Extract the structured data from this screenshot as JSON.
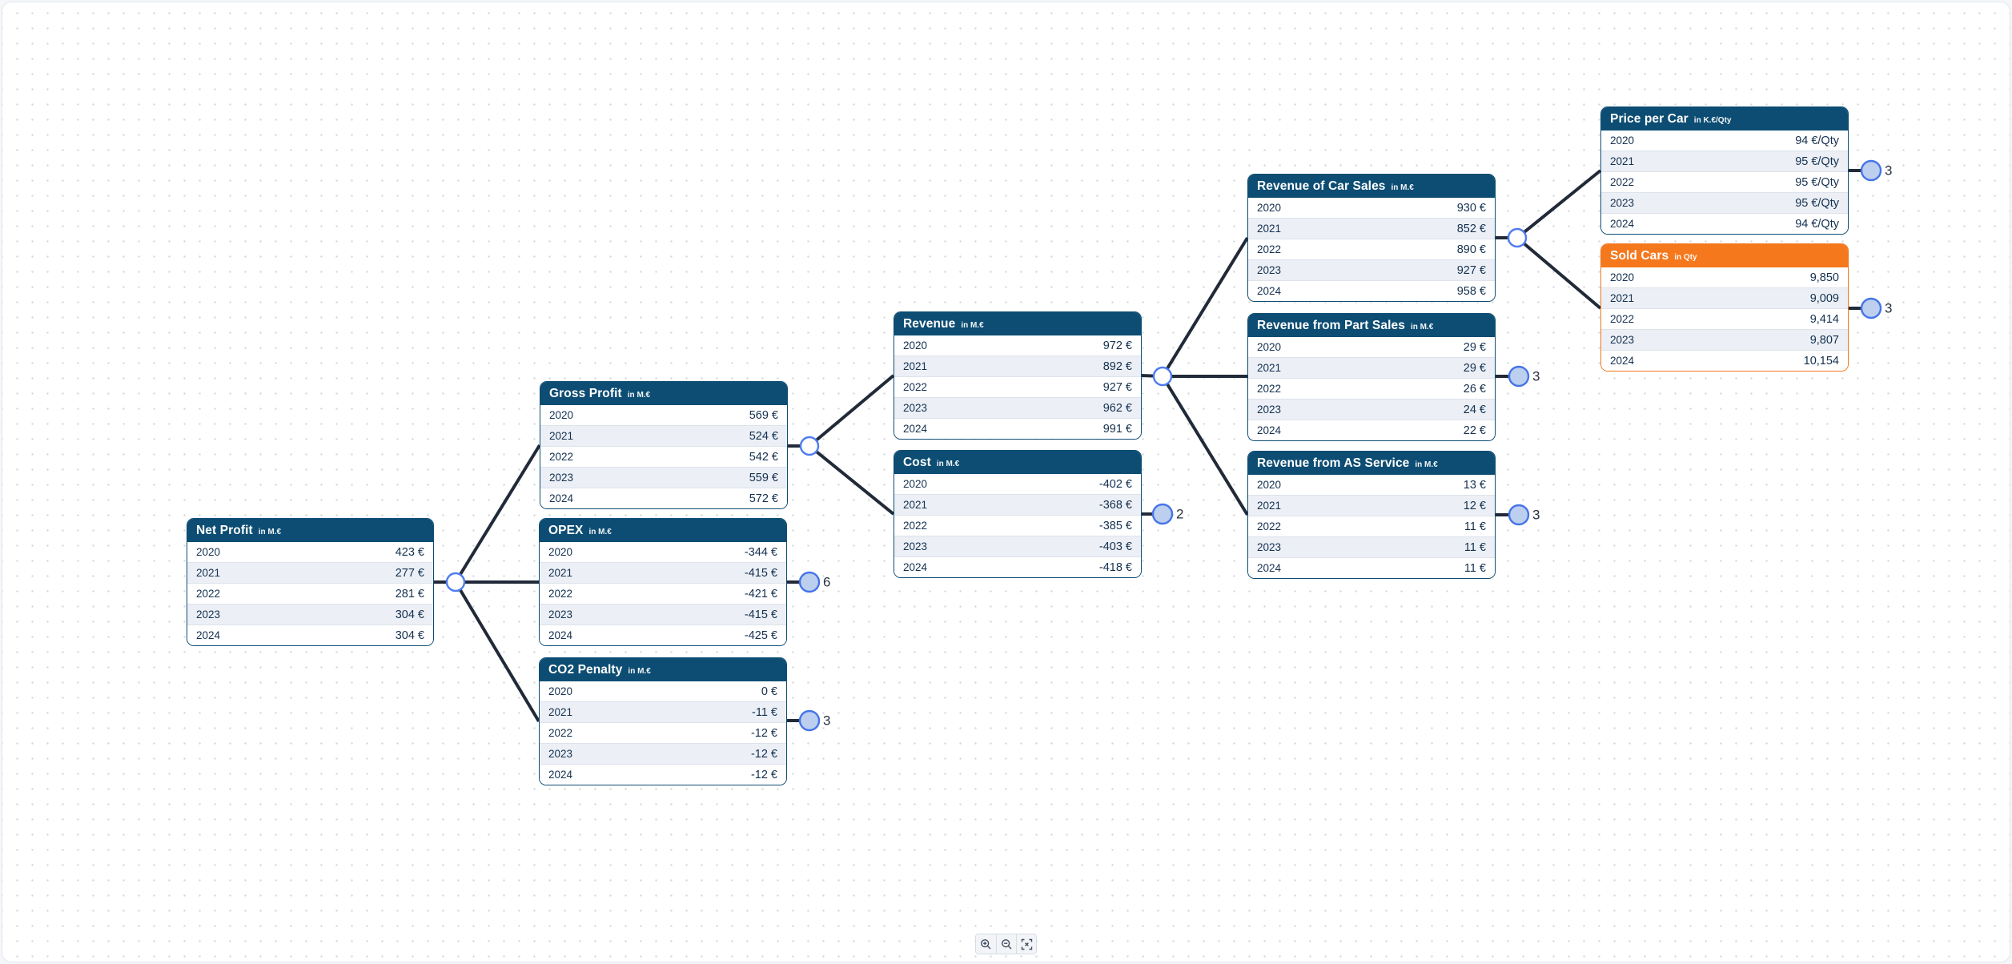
{
  "app": {
    "name": "value-driver-tree-canvas"
  },
  "colors": {
    "header_blue": "#0d4d73",
    "header_orange": "#f5781c",
    "row_alt": "#ecf0f6",
    "row_text": "#14304f",
    "edge_line": "#212a38",
    "junction_border": "#4e7bf0",
    "collapsed_fill": "#bdcfef",
    "collapsed_border": "#4574e8"
  },
  "nodes": [
    {
      "id": "net-profit",
      "title": "Net Profit",
      "unit": "in M.€",
      "theme": "blue",
      "rows": [
        {
          "year": "2020",
          "value": "423 €"
        },
        {
          "year": "2021",
          "value": "277 €"
        },
        {
          "year": "2022",
          "value": "281 €"
        },
        {
          "year": "2023",
          "value": "304 €"
        },
        {
          "year": "2024",
          "value": "304 €"
        }
      ]
    },
    {
      "id": "gross-profit",
      "title": "Gross Profit",
      "unit": "in M.€",
      "theme": "blue",
      "rows": [
        {
          "year": "2020",
          "value": "569 €"
        },
        {
          "year": "2021",
          "value": "524 €"
        },
        {
          "year": "2022",
          "value": "542 €"
        },
        {
          "year": "2023",
          "value": "559 €"
        },
        {
          "year": "2024",
          "value": "572 €"
        }
      ]
    },
    {
      "id": "opex",
      "title": "OPEX",
      "unit": "in M.€",
      "theme": "blue",
      "rows": [
        {
          "year": "2020",
          "value": "-344 €"
        },
        {
          "year": "2021",
          "value": "-415 €"
        },
        {
          "year": "2022",
          "value": "-421 €"
        },
        {
          "year": "2023",
          "value": "-415 €"
        },
        {
          "year": "2024",
          "value": "-425 €"
        }
      ]
    },
    {
      "id": "co2-penalty",
      "title": "CO2 Penalty",
      "unit": "in M.€",
      "theme": "blue",
      "rows": [
        {
          "year": "2020",
          "value": "0 €"
        },
        {
          "year": "2021",
          "value": "-11 €"
        },
        {
          "year": "2022",
          "value": "-12 €"
        },
        {
          "year": "2023",
          "value": "-12 €"
        },
        {
          "year": "2024",
          "value": "-12 €"
        }
      ]
    },
    {
      "id": "revenue",
      "title": "Revenue",
      "unit": "in M.€",
      "theme": "blue",
      "rows": [
        {
          "year": "2020",
          "value": "972 €"
        },
        {
          "year": "2021",
          "value": "892 €"
        },
        {
          "year": "2022",
          "value": "927 €"
        },
        {
          "year": "2023",
          "value": "962 €"
        },
        {
          "year": "2024",
          "value": "991 €"
        }
      ]
    },
    {
      "id": "cost",
      "title": "Cost",
      "unit": "in M.€",
      "theme": "blue",
      "rows": [
        {
          "year": "2020",
          "value": "-402 €"
        },
        {
          "year": "2021",
          "value": "-368 €"
        },
        {
          "year": "2022",
          "value": "-385 €"
        },
        {
          "year": "2023",
          "value": "-403 €"
        },
        {
          "year": "2024",
          "value": "-418 €"
        }
      ]
    },
    {
      "id": "revenue-car-sales",
      "title": "Revenue of Car Sales",
      "unit": "in M.€",
      "theme": "blue",
      "rows": [
        {
          "year": "2020",
          "value": "930 €"
        },
        {
          "year": "2021",
          "value": "852 €"
        },
        {
          "year": "2022",
          "value": "890 €"
        },
        {
          "year": "2023",
          "value": "927 €"
        },
        {
          "year": "2024",
          "value": "958 €"
        }
      ]
    },
    {
      "id": "revenue-part-sales",
      "title": "Revenue from Part Sales",
      "unit": "in M.€",
      "theme": "blue",
      "rows": [
        {
          "year": "2020",
          "value": "29 €"
        },
        {
          "year": "2021",
          "value": "29 €"
        },
        {
          "year": "2022",
          "value": "26 €"
        },
        {
          "year": "2023",
          "value": "24 €"
        },
        {
          "year": "2024",
          "value": "22 €"
        }
      ]
    },
    {
      "id": "revenue-as-service",
      "title": "Revenue from AS Service",
      "unit": "in M.€",
      "theme": "blue",
      "rows": [
        {
          "year": "2020",
          "value": "13 €"
        },
        {
          "year": "2021",
          "value": "12 €"
        },
        {
          "year": "2022",
          "value": "11 €"
        },
        {
          "year": "2023",
          "value": "11 €"
        },
        {
          "year": "2024",
          "value": "11 €"
        }
      ]
    },
    {
      "id": "price-per-car",
      "title": "Price per Car",
      "unit": "in K.€/Qty",
      "theme": "blue",
      "rows": [
        {
          "year": "2020",
          "value": "94 €/Qty"
        },
        {
          "year": "2021",
          "value": "95 €/Qty"
        },
        {
          "year": "2022",
          "value": "95 €/Qty"
        },
        {
          "year": "2023",
          "value": "95 €/Qty"
        },
        {
          "year": "2024",
          "value": "94 €/Qty"
        }
      ]
    },
    {
      "id": "sold-cars",
      "title": "Sold Cars",
      "unit": "in Qty",
      "theme": "orange",
      "rows": [
        {
          "year": "2020",
          "value": "9,850"
        },
        {
          "year": "2021",
          "value": "9,009"
        },
        {
          "year": "2022",
          "value": "9,414"
        },
        {
          "year": "2023",
          "value": "9,807"
        },
        {
          "year": "2024",
          "value": "10,154"
        }
      ]
    }
  ],
  "connectors": [
    {
      "id": "opex",
      "count": "6"
    },
    {
      "id": "co2-penalty",
      "count": "3"
    },
    {
      "id": "cost",
      "count": "2"
    },
    {
      "id": "revenue-part-sales",
      "count": "3"
    },
    {
      "id": "revenue-as-service",
      "count": "3"
    },
    {
      "id": "price-per-car",
      "count": "3"
    },
    {
      "id": "sold-cars",
      "count": "3"
    }
  ],
  "toolbar": {
    "buttons": [
      {
        "name": "zoom-in"
      },
      {
        "name": "zoom-out"
      },
      {
        "name": "fit-view"
      }
    ]
  }
}
